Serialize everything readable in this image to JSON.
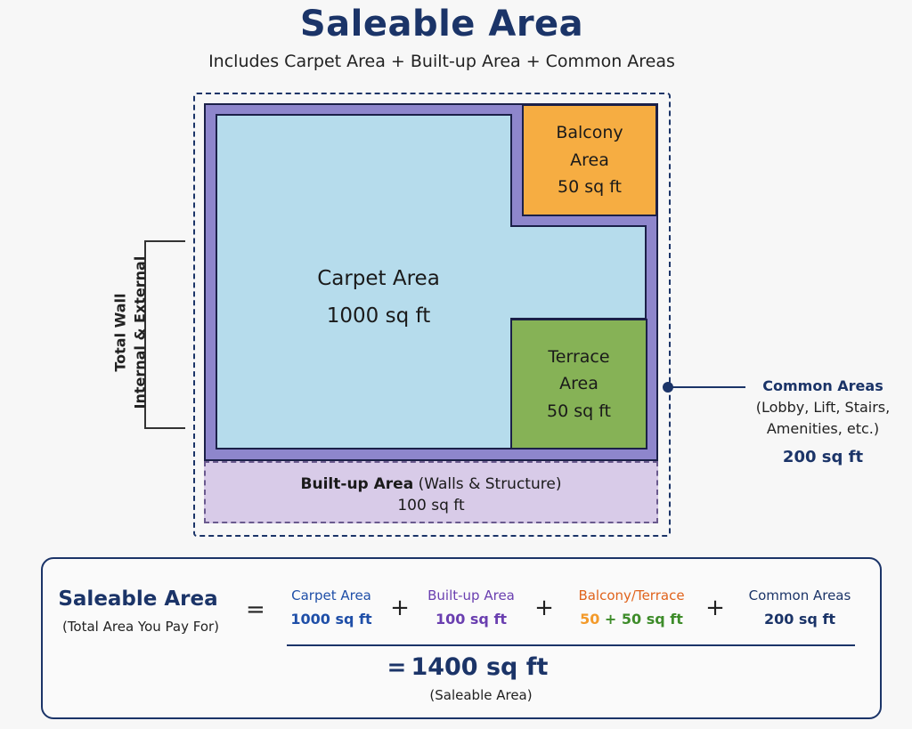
{
  "title": "Saleable Area",
  "subtitle": "Includes Carpet Area + Built-up Area + Common Areas",
  "diagram": {
    "carpet": {
      "label": "Carpet Area",
      "value": "1000 sq ft"
    },
    "balcony": {
      "line1": "Balcony",
      "line2": "Area",
      "value": "50 sq ft"
    },
    "terrace": {
      "line1": "Terrace",
      "line2": "Area",
      "value": "50 sq ft"
    },
    "builtup": {
      "label": "Built-up Area",
      "note": "(Walls & Structure)",
      "value": "100 sq ft"
    },
    "wall": {
      "line1": "Total Wall",
      "line2": "Internal & External"
    },
    "common": {
      "label": "Common Areas",
      "desc1": "(Lobby, Lift, Stairs,",
      "desc2": "Amenities, etc.)",
      "value": "200 sq ft"
    }
  },
  "formula": {
    "title": "Saleable Area",
    "subtitle": "(Total Area You Pay For)",
    "equals": "=",
    "plus": "+",
    "terms": [
      {
        "name": "Carpet Area",
        "value": "1000 sq ft",
        "color": "#1f4fa8"
      },
      {
        "name": "Built-up Area",
        "value": "100 sq ft",
        "color": "#6a3fb0"
      },
      {
        "name": "Balcony/Terrace",
        "value_a": "50",
        "value_plus": "+",
        "value_b": "50 sq ft",
        "color": "#e0631c",
        "color_b": "#3e8c2a"
      },
      {
        "name": "Common Areas",
        "value": "200 sq ft",
        "color": "#1b3468"
      }
    ],
    "total_equals": "=",
    "total_value": "1400 sq ft",
    "total_sub": "(Saleable Area)"
  }
}
